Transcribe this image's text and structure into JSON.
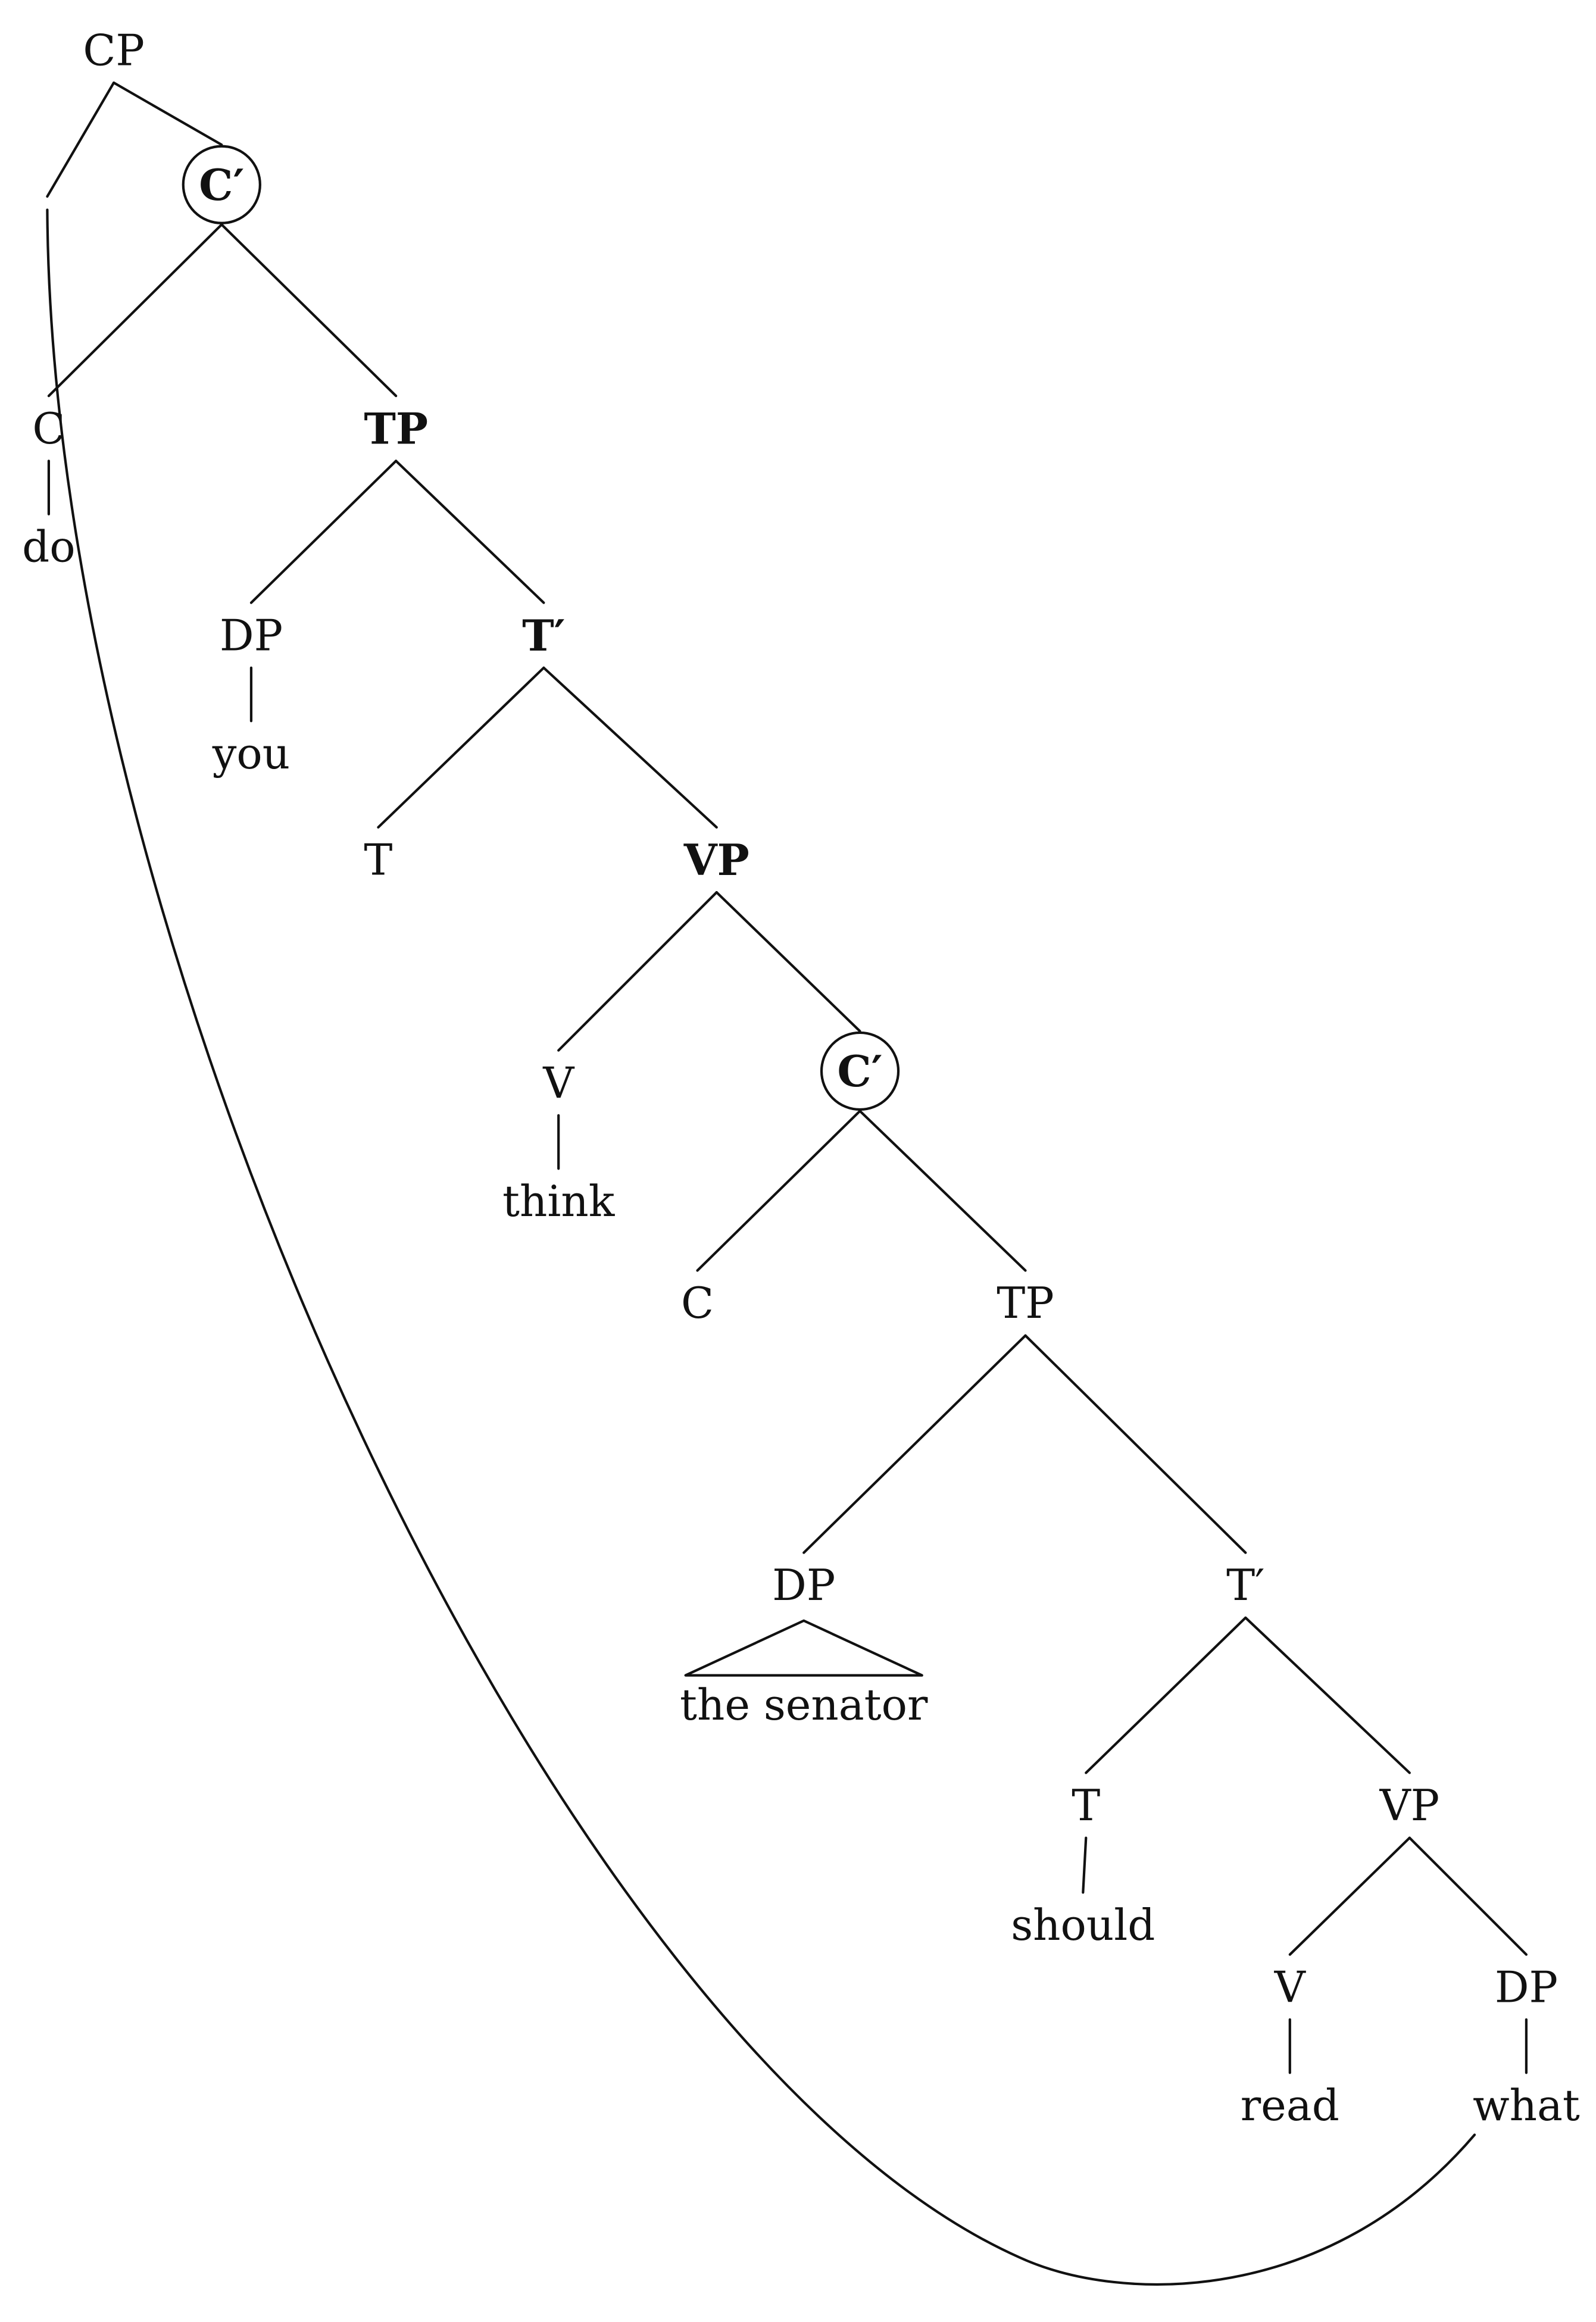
{
  "diagram": {
    "type": "syntax-tree",
    "colors": {
      "ink": "#111111",
      "background": "#ffffff"
    },
    "nodes": [
      {
        "id": "cp",
        "label": "CP",
        "bold": false,
        "circled": false
      },
      {
        "id": "cbar1",
        "label": "C′",
        "bold": true,
        "circled": true
      },
      {
        "id": "c1",
        "label": "C",
        "bold": false,
        "circled": false
      },
      {
        "id": "do",
        "label": "do",
        "bold": false,
        "circled": false
      },
      {
        "id": "tp1",
        "label": "TP",
        "bold": true,
        "circled": false
      },
      {
        "id": "dp1",
        "label": "DP",
        "bold": false,
        "circled": false
      },
      {
        "id": "you",
        "label": "you",
        "bold": false,
        "circled": false
      },
      {
        "id": "tbar1",
        "label": "T′",
        "bold": true,
        "circled": false
      },
      {
        "id": "t1",
        "label": "T",
        "bold": false,
        "circled": false
      },
      {
        "id": "vp1",
        "label": "VP",
        "bold": true,
        "circled": false
      },
      {
        "id": "v1",
        "label": "V",
        "bold": false,
        "circled": false
      },
      {
        "id": "think",
        "label": "think",
        "bold": false,
        "circled": false
      },
      {
        "id": "cbar2",
        "label": "C′",
        "bold": true,
        "circled": true
      },
      {
        "id": "c2",
        "label": "C",
        "bold": false,
        "circled": false
      },
      {
        "id": "tp2",
        "label": "TP",
        "bold": false,
        "circled": false
      },
      {
        "id": "dp2",
        "label": "DP",
        "bold": false,
        "circled": false
      },
      {
        "id": "senator",
        "label": "the senator",
        "bold": false,
        "circled": false
      },
      {
        "id": "tbar2",
        "label": "T′",
        "bold": false,
        "circled": false
      },
      {
        "id": "t2",
        "label": "T",
        "bold": false,
        "circled": false
      },
      {
        "id": "should",
        "label": "should",
        "bold": false,
        "circled": false
      },
      {
        "id": "vp2",
        "label": "VP",
        "bold": false,
        "circled": false
      },
      {
        "id": "v2",
        "label": "V",
        "bold": false,
        "circled": false
      },
      {
        "id": "read",
        "label": "read",
        "bold": false,
        "circled": false
      },
      {
        "id": "dp3",
        "label": "DP",
        "bold": false,
        "circled": false
      },
      {
        "id": "what",
        "label": "what",
        "bold": false,
        "circled": false
      }
    ],
    "edges": [
      {
        "from": "cp",
        "to": "spec"
      },
      {
        "from": "cp",
        "to": "cbar1"
      },
      {
        "from": "cbar1",
        "to": "c1"
      },
      {
        "from": "cbar1",
        "to": "tp1"
      },
      {
        "from": "c1",
        "to": "do"
      },
      {
        "from": "tp1",
        "to": "dp1"
      },
      {
        "from": "tp1",
        "to": "tbar1"
      },
      {
        "from": "dp1",
        "to": "you"
      },
      {
        "from": "tbar1",
        "to": "t1"
      },
      {
        "from": "tbar1",
        "to": "vp1"
      },
      {
        "from": "vp1",
        "to": "v1"
      },
      {
        "from": "vp1",
        "to": "cbar2"
      },
      {
        "from": "v1",
        "to": "think"
      },
      {
        "from": "cbar2",
        "to": "c2"
      },
      {
        "from": "cbar2",
        "to": "tp2"
      },
      {
        "from": "tp2",
        "to": "dp2"
      },
      {
        "from": "tp2",
        "to": "tbar2"
      },
      {
        "from": "tbar2",
        "to": "t2"
      },
      {
        "from": "tbar2",
        "to": "vp2"
      },
      {
        "from": "t2",
        "to": "should"
      },
      {
        "from": "vp2",
        "to": "v2"
      },
      {
        "from": "vp2",
        "to": "dp3"
      },
      {
        "from": "v2",
        "to": "read"
      },
      {
        "from": "dp3",
        "to": "what"
      }
    ],
    "triangles": [
      {
        "over": "senator",
        "from": "dp2"
      }
    ],
    "movement": {
      "from": "what",
      "to": "spec"
    }
  }
}
